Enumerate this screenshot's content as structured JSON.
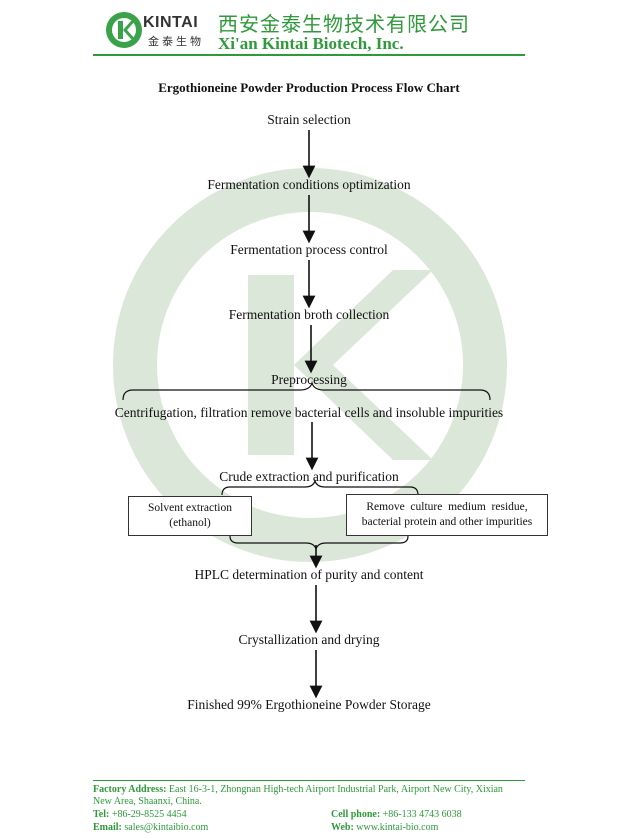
{
  "header": {
    "logo_brand": "KINTAI",
    "logo_cn": "金泰生物",
    "company_cn": "西安金泰生物技术有限公司",
    "company_en": "Xi'an Kintai Biotech, Inc."
  },
  "document": {
    "title": "Ergothioneine Powder Production Process Flow Chart",
    "steps": [
      "Strain selection",
      "Fermentation conditions optimization",
      "Fermentation process control",
      "Fermentation broth collection",
      "Preprocessing",
      "Centrifugation, filtration remove bacterial cells and insoluble impurities",
      "Crude extraction and purification",
      "HPLC determination of purity and content",
      "Crystallization and drying",
      "Finished 99% Ergothioneine Powder Storage"
    ],
    "box_left_line1": "Solvent extraction",
    "box_left_line2": "(ethanol)",
    "box_right_line1": "Remove  culture  medium  residue,",
    "box_right_line2": "bacterial protein and other impurities"
  },
  "footer": {
    "factory_label": "Factory Address:",
    "factory_line1": " East 16-3-1, Zhongnan High-tech Airport Industrial Park, Airport New City, Xixian",
    "factory_line2": "New Area, Shaanxi, China.",
    "tel_label": "Tel:",
    "tel": " +86-29-8525 4454",
    "cell_label": "Cell phone:",
    "cell": " +86-133 4743 6038",
    "email_label": "Email:",
    "email": " sales@kintaibio.com",
    "web_label": "Web:",
    "web": " www.kintai-bio.com"
  },
  "colors": {
    "brand_green": "#2e9a3a",
    "watermark": "#d9e6d6"
  }
}
